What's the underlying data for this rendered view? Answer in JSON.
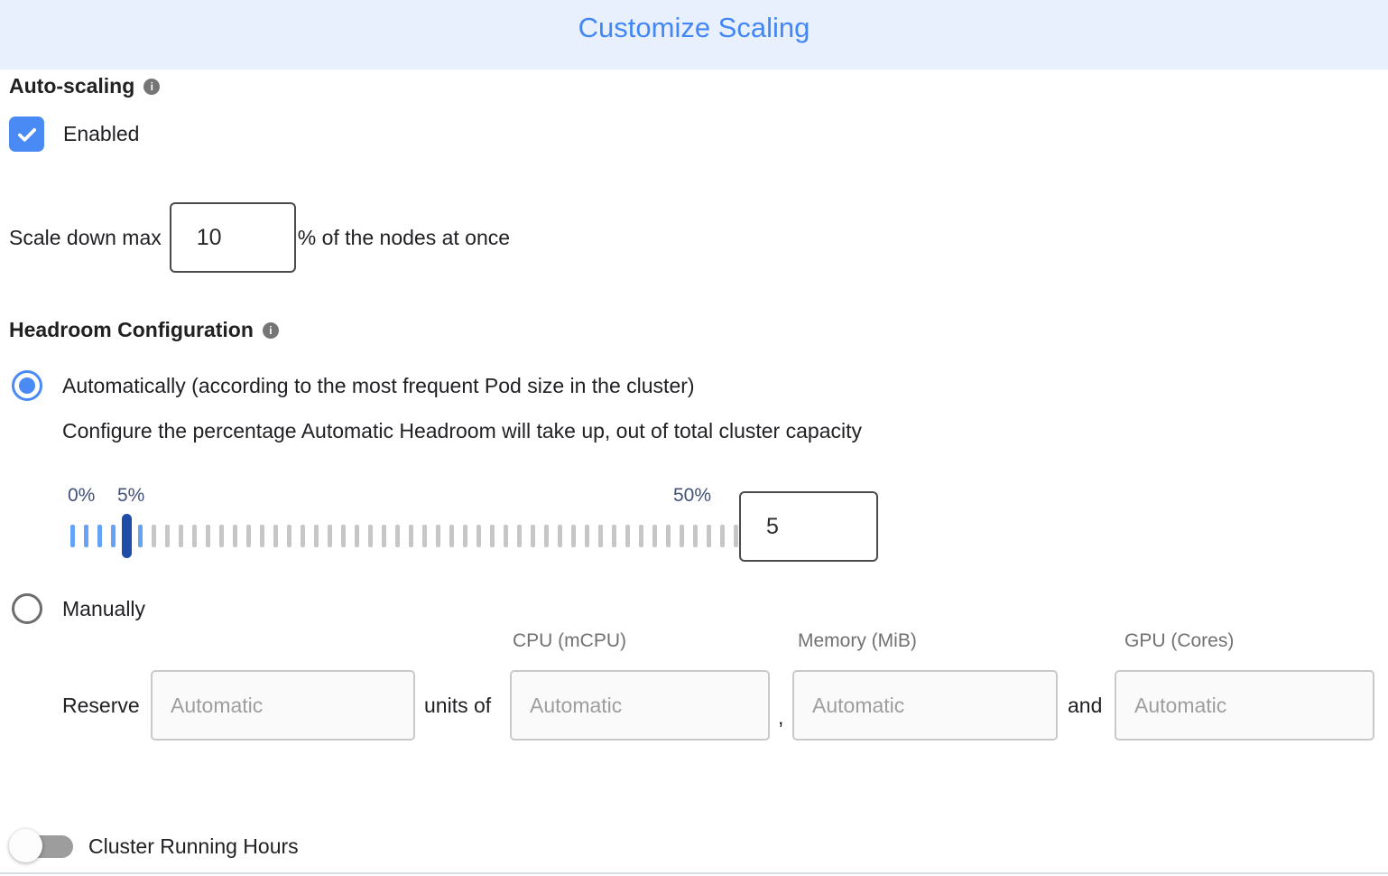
{
  "header": {
    "title": "Customize Scaling"
  },
  "auto_scaling": {
    "section_label": "Auto-scaling",
    "enabled_label": "Enabled",
    "checkbox_checked": true,
    "scale_down": {
      "prefix_label": "Scale down max",
      "value": "10",
      "suffix_label": "% of the nodes at once"
    }
  },
  "headroom": {
    "section_label": "Headroom Configuration",
    "automatic_option": {
      "label": "Automatically (according to the most frequent Pod size in the cluster)",
      "selected": true,
      "description": "Configure the percentage Automatic Headroom will take up, out of total cluster capacity",
      "slider": {
        "min_label": "0%",
        "handle_label": "5%",
        "max_label": "50%",
        "value": "5",
        "ticks": {
          "blue_before_handle": 4,
          "blue_after_handle": 1,
          "gray": 44
        }
      }
    },
    "manual_option": {
      "label": "Manually",
      "selected": false,
      "column_headers": [
        "CPU (mCPU)",
        "Memory (MiB)",
        "GPU (Cores)"
      ],
      "reserve_label": "Reserve",
      "units_of_label": "units of",
      "comma_separator": ",",
      "and_separator": "and",
      "inputs_placeholder": "Automatic"
    }
  },
  "cluster_running_hours": {
    "label": "Cluster Running Hours",
    "enabled": false
  },
  "colors": {
    "accent_blue": "#4a8af4",
    "title_blue": "#4287f5",
    "header_background": "#e8f0fe",
    "slider_tick_blue": "#64a3f5",
    "slider_handle_navy": "#1d4da6",
    "slider_tick_gray": "#c6c6c6"
  }
}
